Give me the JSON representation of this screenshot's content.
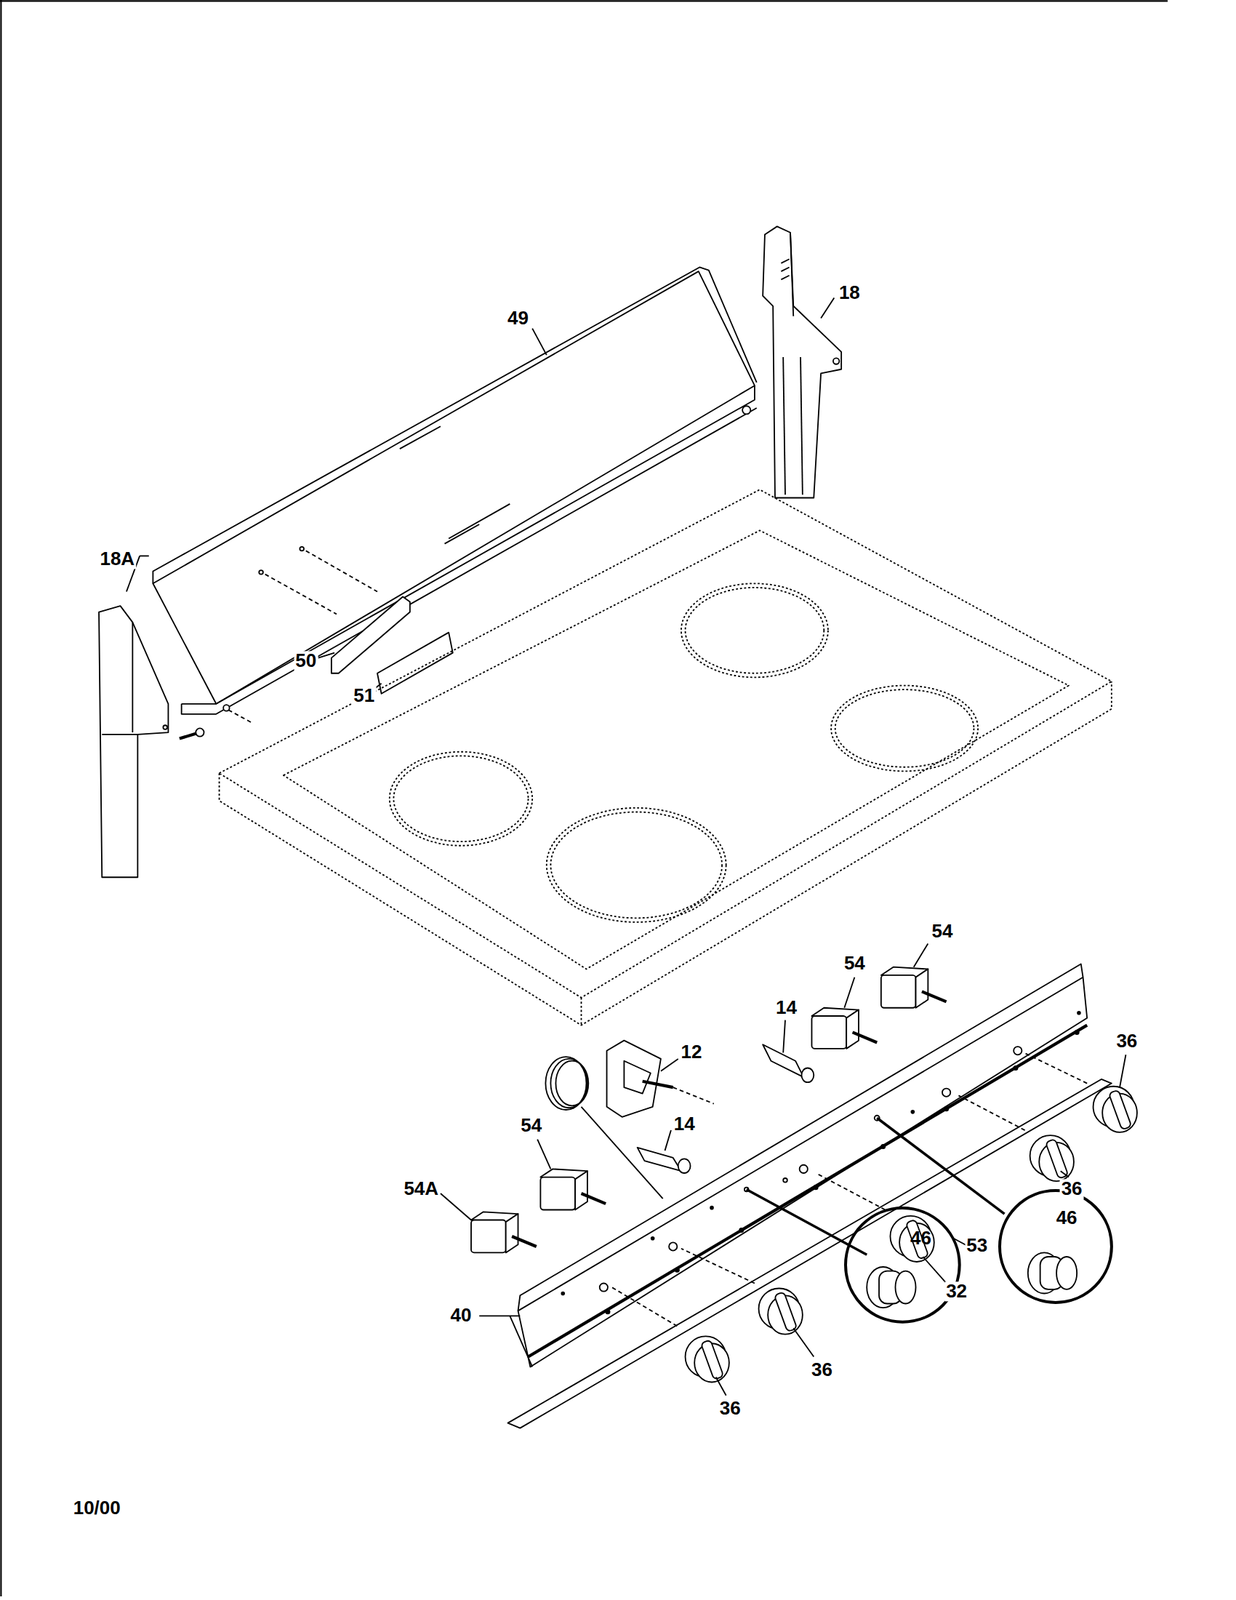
{
  "diagram": {
    "nodes": [
      {
        "text": [
          "46"
        ]
      },
      {
        "text": [
          "46"
        ]
      }
    ],
    "labels": [
      "49",
      "18",
      "18A",
      "50",
      "51",
      "54",
      "54",
      "14",
      "12",
      "36",
      "14",
      "54",
      "54A",
      "36",
      "53",
      "32",
      "40",
      "36",
      "36",
      "10/00"
    ]
  }
}
